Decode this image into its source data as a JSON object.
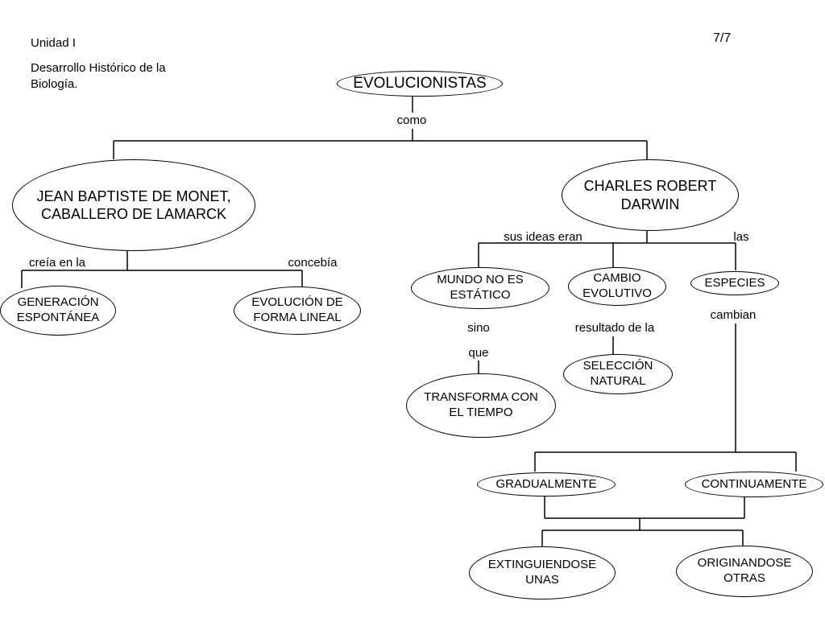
{
  "header": {
    "unit": "Unidad I",
    "subtitle_line1": "Desarrollo Histórico de la",
    "subtitle_line2": "Biología.",
    "page_number": "7/7"
  },
  "nodes": {
    "evolucionistas": "EVOLUCIONISTAS",
    "lamarck": "JEAN BAPTISTE DE MONET,\nCABALLERO DE LAMARCK",
    "darwin": "CHARLES ROBERT\nDARWIN",
    "generacion": "GENERACIÓN\nESPONTÁNEA",
    "evolucion_lineal": "EVOLUCIÓN DE\nFORMA LINEAL",
    "mundo": "MUNDO NO ES\nESTÁTICO",
    "cambio": "CAMBIO\nEVOLUTIVO",
    "especies": "ESPECIES",
    "transforma": "TRANSFORMA CON\nEL TIEMPO",
    "seleccion": "SELECCIÓN\nNATURAL",
    "gradualmente": "GRADUALMENTE",
    "continuamente": "CONTINUAMENTE",
    "extinguiendose": "EXTINGUIENDOSE\nUNAS",
    "originandose": "ORIGINANDOSE\nOTRAS"
  },
  "links": {
    "como": "como",
    "creia": "creía  en la",
    "concebia": "concebía",
    "sus_ideas": "sus ideas eran",
    "las": "las",
    "sino": "sino",
    "que": "que",
    "resultado": "resultado de la",
    "cambian": "cambian"
  }
}
